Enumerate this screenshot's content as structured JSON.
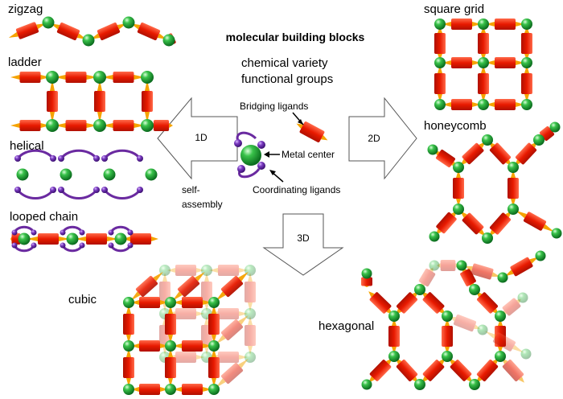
{
  "title": "molecular building blocks",
  "subtitle_lines": [
    "chemical variety",
    "functional groups"
  ],
  "center_labels": {
    "bridging": "Bridging ligands",
    "metal": "Metal center",
    "coordinating": "Coordinating ligands"
  },
  "arrows": {
    "left": "1D",
    "right": "2D",
    "down": "3D"
  },
  "self_assembly_lines": [
    "self-",
    "assembly"
  ],
  "structures": {
    "zigzag": "zigzag",
    "ladder": "ladder",
    "helical": "helical",
    "looped_chain": "looped chain",
    "square_grid": "square grid",
    "honeycomb": "honeycomb",
    "cubic": "cubic",
    "hexagonal": "hexagonal"
  },
  "colors": {
    "metal": "#22aa3a",
    "ligand": "#ee2200",
    "ligand_end": "#f5a300",
    "loop": "#6a2aa0"
  }
}
